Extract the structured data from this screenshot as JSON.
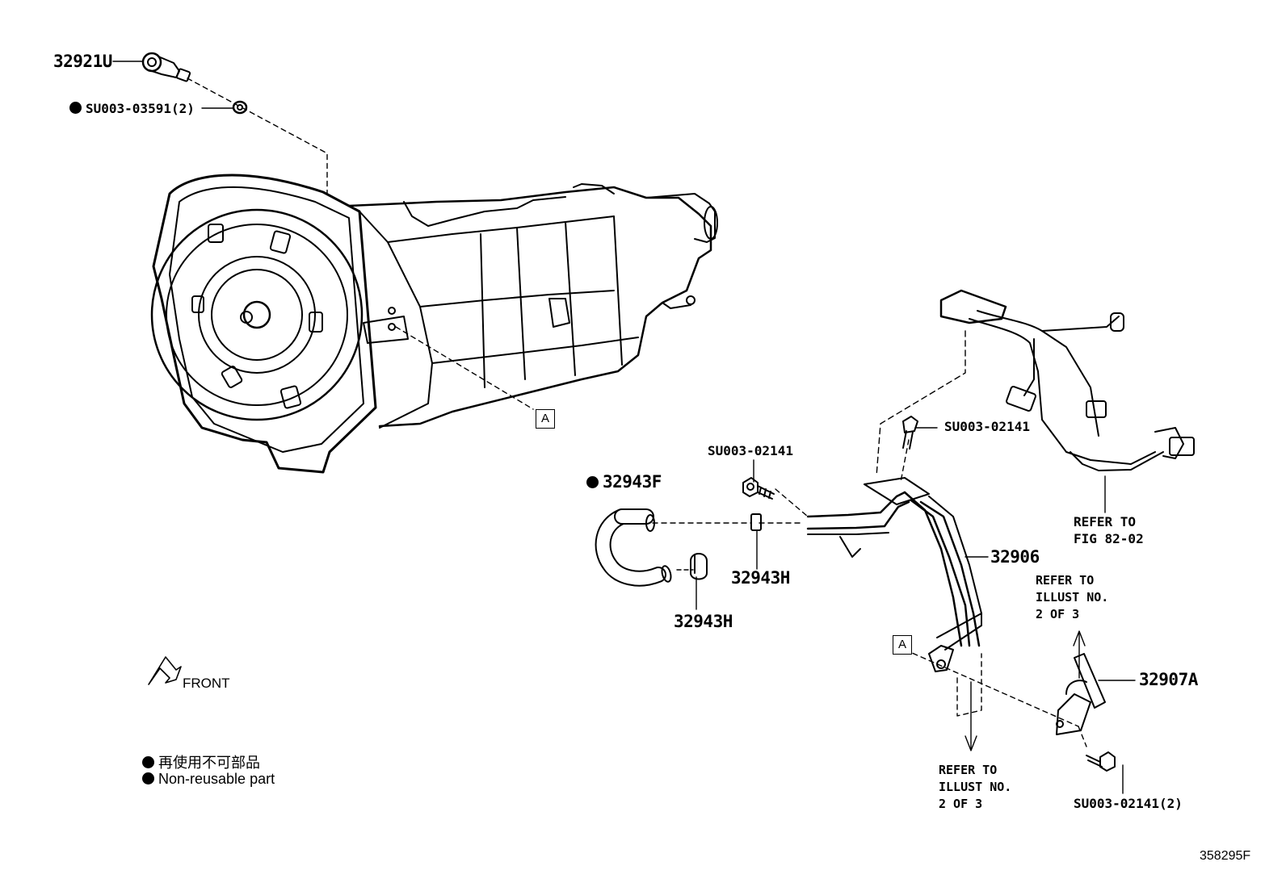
{
  "parts": {
    "p32921u": "32921U",
    "su_0359": "SU003-03591(2)",
    "su_0214_top": "SU003-02141",
    "su_0214_mid": "SU003-02141",
    "p32943f": "32943F",
    "p32943h_a": "32943H",
    "p32943h_b": "32943H",
    "p32906": "32906",
    "p32907a": "32907A",
    "su_0214_bot": "SU003-02141(2)"
  },
  "refs": {
    "fig": "REFER TO\nFIG 82-02",
    "illust_right": "REFER TO\nILLUST NO.\n2 OF 3",
    "illust_bottom": "REFER TO\nILLUST NO.\n2 OF 3"
  },
  "markers": {
    "a1": "A",
    "a2": "A"
  },
  "front_label": "FRONT",
  "legend": {
    "jp": "再使用不可部品",
    "en": "Non-reusable part"
  },
  "figure_code": "358295F"
}
